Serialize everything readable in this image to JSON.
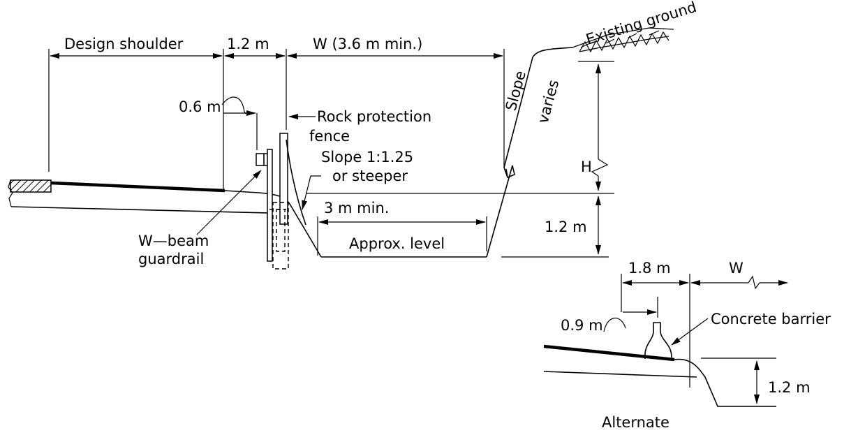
{
  "labels": {
    "design_shoulder": "Design shoulder",
    "dim_1_2_top": "1.2 m",
    "w_width": "W (3.6 m min.)",
    "existing_ground": "Existing ground",
    "slope_left": "Slope",
    "slope_right": "varies",
    "offset_0_6": "0.6 m",
    "rock_fence_1": "Rock protection",
    "rock_fence_2": "fence",
    "slope_ratio_1": "Slope 1:1.25",
    "slope_ratio_2": "or steeper",
    "h": "H",
    "three_m_min": "3 m min.",
    "approx_level": "Approx. level",
    "dim_1_2_right": "1.2 m",
    "wbeam_1": "W—beam",
    "wbeam_2": "guardrail",
    "dim_1_8": "1.8 m",
    "w_small": "W",
    "offset_0_9": "0.9 m",
    "concrete_barrier": "Concrete barrier",
    "dim_1_2_alt": "1.2 m",
    "alternate": "Alternate"
  },
  "colors": {
    "ink": "#000000",
    "paper": "#ffffff"
  }
}
